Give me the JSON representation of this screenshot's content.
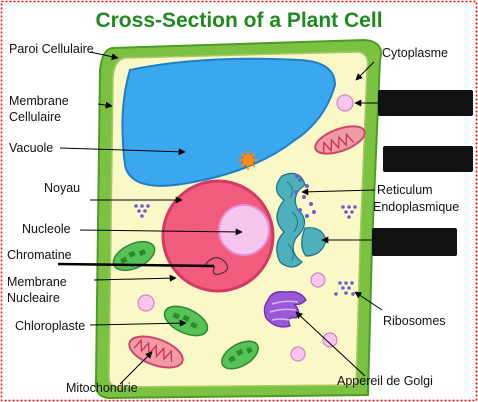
{
  "title": "Cross-Section of a Plant Cell",
  "labels": {
    "paroi": "Paroi Cellulaire",
    "membrane_l1": "Membrane",
    "membrane_l2": "Cellulaire",
    "vacuole": "Vacuole",
    "noyau": "Noyau",
    "nucleole": "Nucleole",
    "chromatine": "Chromatine",
    "membrane_nuc_l1": "Membrane",
    "membrane_nuc_l2": "Nucleaire",
    "chloroplaste": "Chloroplaste",
    "mitochondrie": "Mitochondrie",
    "cytoplasme": "Cytoplasme",
    "reticulum_l1": "Reticulum",
    "reticulum_l2": "Endoplasmique",
    "ribosomes": "Ribosomes",
    "golgi": "Appereil de Golgi"
  },
  "colors": {
    "border": "#ff0000",
    "cell_wall": "#6fbf3a",
    "cytoplasm": "#fbf8c8",
    "vacuole": "#3aa7ef",
    "nucleus": "#f15b7e",
    "nucleolus": "#f7c6ef",
    "chloroplast": "#56c257",
    "mitochondria": "#ef9aa5",
    "golgi": "#9a58d8",
    "er": "#4fb0bd",
    "centrosome": "#ff8c1a",
    "redaction": "#111111"
  }
}
